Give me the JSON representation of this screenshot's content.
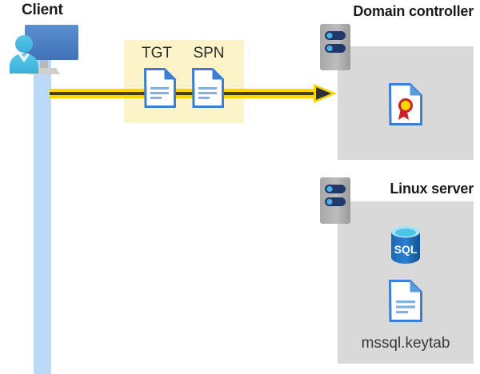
{
  "diagram": {
    "type": "kerberos-authentication-flow",
    "client": {
      "title": "Client",
      "icon": "client-computer-user-icon"
    },
    "message_box": {
      "tickets": [
        {
          "label": "TGT",
          "icon": "document-icon"
        },
        {
          "label": "SPN",
          "icon": "document-icon"
        }
      ],
      "highlight_color": "#fdf3c8"
    },
    "arrow": {
      "icon": "right-arrow-icon",
      "color": "#ffd400",
      "head_color": "#2b3040",
      "direction": "client-to-domain-controller"
    },
    "domain_controller": {
      "title": "Domain controller",
      "server_icon": "server-rack-icon",
      "contents": [
        {
          "icon": "certificate-document-icon",
          "label": ""
        }
      ],
      "panel_color": "#d9d9d9"
    },
    "linux_server": {
      "title": "Linux server",
      "server_icon": "server-rack-icon",
      "contents": [
        {
          "icon": "sql-database-icon",
          "label": "SQL"
        },
        {
          "icon": "document-icon",
          "label": "mssql.keytab"
        }
      ],
      "panel_color": "#d9d9d9"
    },
    "lane": {
      "name": "client-lifeline",
      "color": "#bcd9f7"
    }
  }
}
